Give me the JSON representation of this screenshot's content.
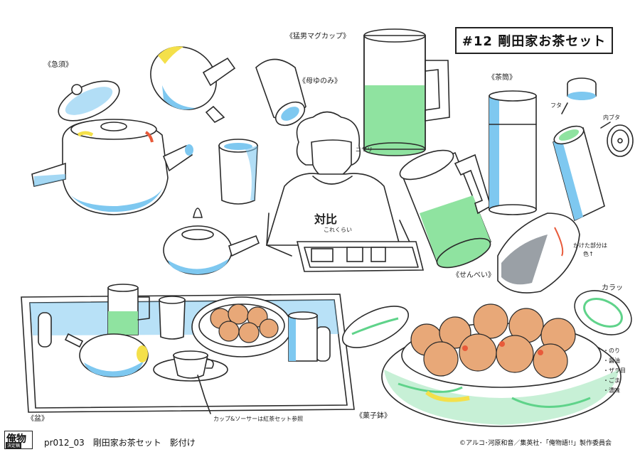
{
  "title": "#12 剛田家お茶セット",
  "labels": {
    "kyusu": "《急須》",
    "mug": "《猛男マグカップ》",
    "yunomi": "《母ゆのみ》",
    "chazutsu": "《茶筒》",
    "futa": "フタ",
    "uchibuta": "内ブタ",
    "nijiri": "ニヤリ",
    "sweater_text": "対比",
    "sweater_sub": "これくらい",
    "senbei": "《せんべい》",
    "kaketa": "かけた部分は",
    "kaketa2": "色↑",
    "karatto": "カラッ",
    "bon": "《盆》",
    "kashibachi": "《菓子鉢》",
    "cup_note": "カップ&ソーサーは紅茶セット参照",
    "topping1": "・のり",
    "topping2": "・醤油",
    "topping3": "・ザラ目",
    "topping4": "・ごま",
    "topping5": "・濃味"
  },
  "footer": {
    "logo_big": "俺物",
    "logo_small": "決定稿",
    "code": "pr012_03　剛田家お茶セット　影付け",
    "copyright": "©アルコ･河原和音／集英社･「俺物語!!」製作委員会"
  },
  "colors": {
    "line": "#2a2a2a",
    "shade_blue": "#7ec8f0",
    "tea_green": "#8fe3a0",
    "accent_yellow": "#f4e04a",
    "accent_red": "#e85a3a",
    "senbei_tan": "#e8a878",
    "bowl_green": "#5fd38a"
  }
}
